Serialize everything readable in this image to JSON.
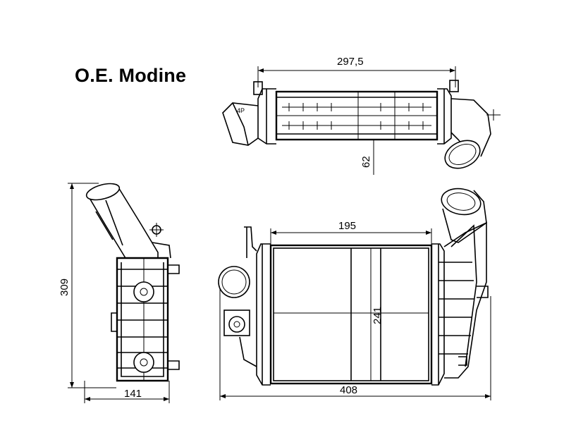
{
  "title": "O.E. Modine",
  "dimensions": {
    "top_length": "297,5",
    "top_depth": "62",
    "front_width": "195",
    "front_height": "241",
    "overall_width": "408",
    "side_width": "141",
    "side_height": "309"
  }
}
